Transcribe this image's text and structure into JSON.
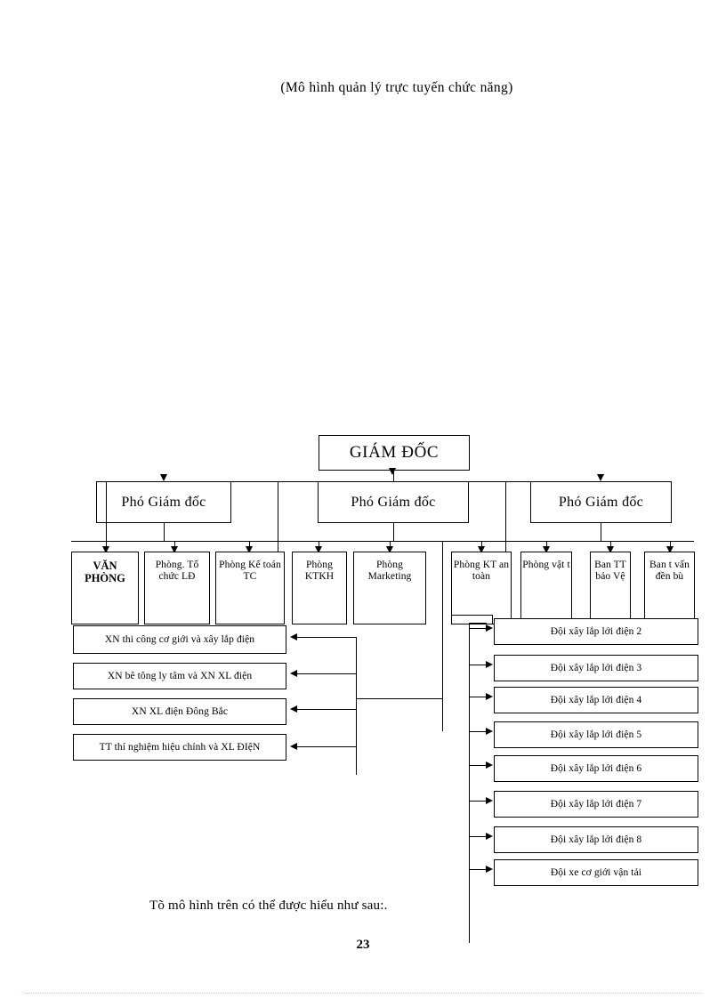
{
  "document": {
    "subtitle": "(Mô hình quản lý trực tuyến chức năng)",
    "caption": "Tõ mô hình trên có thể được hiểu như sau:.",
    "page_number": "23"
  },
  "chart_data": {
    "type": "diagram",
    "title": "(Mô hình quản lý trực tuyến chức năng)",
    "director": {
      "label": "GIÁM ĐỐC"
    },
    "deputies": [
      {
        "label": "Phó  Giám đốc"
      },
      {
        "label": "Phó  Giám đốc"
      },
      {
        "label": "Phó  Giám đốc"
      }
    ],
    "departments": [
      {
        "label": "VĂN PHÒNG",
        "bold": true
      },
      {
        "label": "Phòng. Tổ chức LĐ",
        "bold": false
      },
      {
        "label": "Phòng Kế toán TC",
        "bold": false
      },
      {
        "label": "Phòng KTKH",
        "bold": false
      },
      {
        "label": "Phòng Marketing",
        "bold": false
      },
      {
        "label": "Phòng KT an toàn",
        "bold": false
      },
      {
        "label": "Phòng vật t",
        "bold": false
      },
      {
        "label": "Ban TT bảo Vệ",
        "bold": false
      },
      {
        "label": "Ban t vấn đền bù",
        "bold": false
      }
    ],
    "left_units": [
      {
        "label": "XN thi công cơ giới và xây lắp điện"
      },
      {
        "label": "XN bê tông ly tâm và XN XL điện"
      },
      {
        "label": "XN XL điện Đông Bắc"
      },
      {
        "label": "TT thí nghiệm hiệu chỉnh và XL ĐIệN"
      }
    ],
    "right_teams": [
      {
        "label": "Đội xây lắp lới   điện 2"
      },
      {
        "label": "Đội xây lắp lới   điện 3"
      },
      {
        "label": "Đội xây lắp lới   điện 4"
      },
      {
        "label": "Đội xây lắp lới   điện 5"
      },
      {
        "label": "Đội xây lắp lới   điện 6"
      },
      {
        "label": "Đội xây lắp lới   điện 7"
      },
      {
        "label": "Đội xây lắp lới   điện 8"
      },
      {
        "label": "Đội xe cơ giới vận tải"
      }
    ],
    "colors": {
      "line": "#000000",
      "text": "#000000",
      "background": "#ffffff"
    }
  }
}
